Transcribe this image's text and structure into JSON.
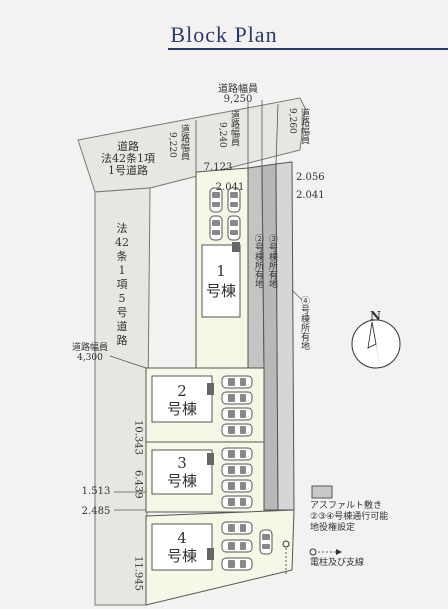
{
  "title": "Block Plan",
  "roads": {
    "road_width_label": "道路幅員",
    "top_width_a": "9,250",
    "top_width_b": "9,260",
    "top_width_c": "9,240",
    "top_width_d": "9,220",
    "road_top_name": [
      "道路",
      "法42条1項",
      "1号道路"
    ],
    "road_left_name": [
      "法",
      "42",
      "条",
      "1",
      "項",
      "5",
      "号",
      "道",
      "路"
    ],
    "left_width_label": "道路幅員",
    "left_width_value": "4,300"
  },
  "dims": {
    "d_7123": "7.123",
    "d_2041a": "2.041",
    "d_2056": "2.056",
    "d_2041b": "2.041",
    "d_10343": "10.343",
    "d_6439": "6.439",
    "d_1513": "1.513",
    "d_2485": "2.485",
    "d_11945": "11.945"
  },
  "lots": [
    {
      "num": "1",
      "label": "号棟"
    },
    {
      "num": "2",
      "label": "号棟"
    },
    {
      "num": "3",
      "label": "号棟"
    },
    {
      "num": "4",
      "label": "号棟"
    }
  ],
  "strips": {
    "s2": "②号棟所有地",
    "s3": "③号棟所有地",
    "s4": "④号棟所有地"
  },
  "compass": "N",
  "legend": {
    "asphalt": "アスファルト敷き",
    "asphalt_note": "②③④号棟通行可能",
    "asphalt_note2": "地役権設定",
    "pole": "電柱及び支線"
  },
  "colors": {
    "title": "#2a3a6a",
    "road": "#e3e3e0",
    "lot": "#f7f7e8",
    "strip": "#c9c9c9",
    "house": "#ffffff",
    "line": "#555555"
  }
}
